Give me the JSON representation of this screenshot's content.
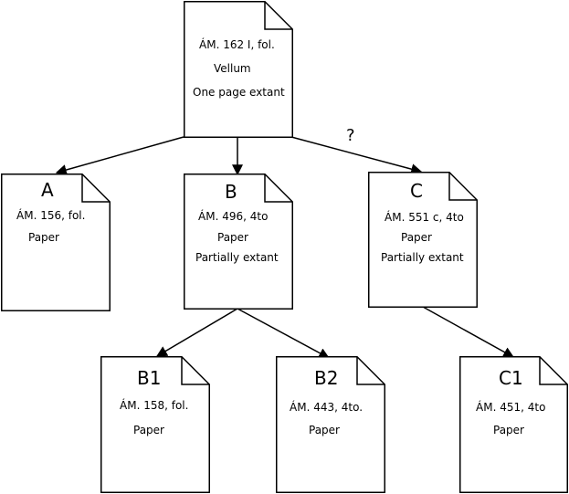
{
  "documents": {
    "root": {
      "title": "",
      "lines": [
        "ÁM. 162 I, fol.",
        "Vellum",
        "One page extant"
      ]
    },
    "a": {
      "title": "A",
      "lines": [
        "ÁM. 156, fol.",
        "Paper"
      ]
    },
    "b": {
      "title": "B",
      "lines": [
        "ÁM. 496, 4to",
        "Paper",
        "Partially extant"
      ]
    },
    "c": {
      "title": "C",
      "lines": [
        "ÁM. 551 c, 4to",
        "Paper",
        "Partially extant"
      ]
    },
    "b1": {
      "title": "B1",
      "lines": [
        "ÁM. 158, fol.",
        "Paper"
      ]
    },
    "b2": {
      "title": "B2",
      "lines": [
        "ÁM. 443, 4to.",
        "Paper"
      ]
    },
    "c1": {
      "title": "C1",
      "lines": [
        "ÁM. 451, 4to",
        "Paper"
      ]
    }
  },
  "uncertain_marker": "?",
  "edges": [
    {
      "from": "root",
      "to": "a"
    },
    {
      "from": "root",
      "to": "b"
    },
    {
      "from": "root",
      "to": "c",
      "uncertain": true
    },
    {
      "from": "b",
      "to": "b1"
    },
    {
      "from": "b",
      "to": "b2"
    },
    {
      "from": "c",
      "to": "c1"
    }
  ]
}
